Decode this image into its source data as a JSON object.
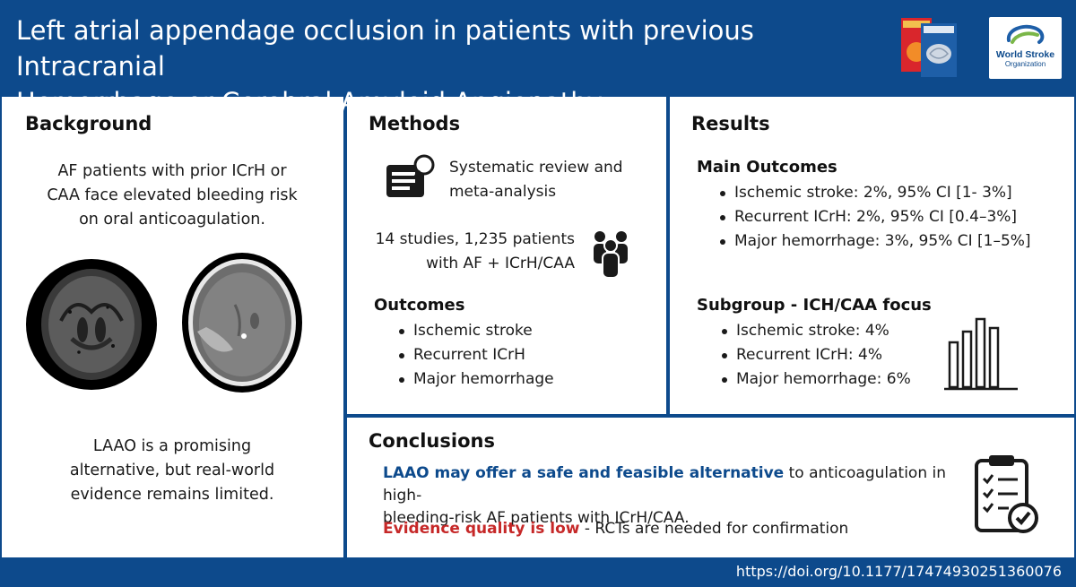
{
  "header": {
    "title_line1": "Left atrial appendage occlusion in patients with previous Intracranial",
    "title_line2": "Hemorrhage or Cerebral Amyloid Angiopathy",
    "logo_line1": "World Stroke",
    "logo_line2": "Organization"
  },
  "background": {
    "heading": "Background",
    "text1_l1": "AF patients with prior ICrH or",
    "text1_l2": "CAA face elevated bleeding risk",
    "text1_l3": "on oral anticoagulation.",
    "text2_l1": "LAAO is a promising",
    "text2_l2": "alternative, but real-world",
    "text2_l3": "evidence remains limited."
  },
  "methods": {
    "heading": "Methods",
    "design_l1": "Systematic review and",
    "design_l2": "meta-analysis",
    "studies_l1": "14 studies, 1,235 patients",
    "studies_l2": "with AF + ICrH/CAA",
    "outcomes_heading": "Outcomes",
    "outcomes": [
      "Ischemic stroke",
      "Recurrent ICrH",
      "Major hemorrhage"
    ]
  },
  "results": {
    "heading": "Results",
    "main_heading": "Main Outcomes",
    "main": [
      "Ischemic stroke: 2%, 95% CI [1- 3%]",
      "Recurrent ICrH: 2%, 95% CI [0.4–3%]",
      "Major hemorrhage: 3%, 95% CI [1–5%]"
    ],
    "sub_heading": "Subgroup - ICH/CAA focus",
    "sub": [
      "Ischemic stroke: 4%",
      "Recurrent ICrH: 4%",
      "Major hemorrhage: 6%"
    ]
  },
  "conclusions": {
    "heading": "Conclusions",
    "line1_bold": "LAAO may offer a safe and feasible alternative",
    "line1_rest_a": " to anticoagulation in high-",
    "line1_rest_b": "bleeding-risk AF patients with ICrH/CAA.",
    "line2_bold": "Evidence quality is low",
    "line2_rest": " - RCTs are needed for confirmation"
  },
  "footer": {
    "doi": "https://doi.org/10.1177/17474930251360076"
  },
  "colors": {
    "brand_blue": "#0d4a8c",
    "accent_red": "#c62828"
  },
  "icons": [
    "document-search-icon",
    "people-group-icon",
    "bar-chart-icon",
    "clipboard-checklist-icon",
    "journal-cover-icon",
    "wso-logo-icon"
  ]
}
